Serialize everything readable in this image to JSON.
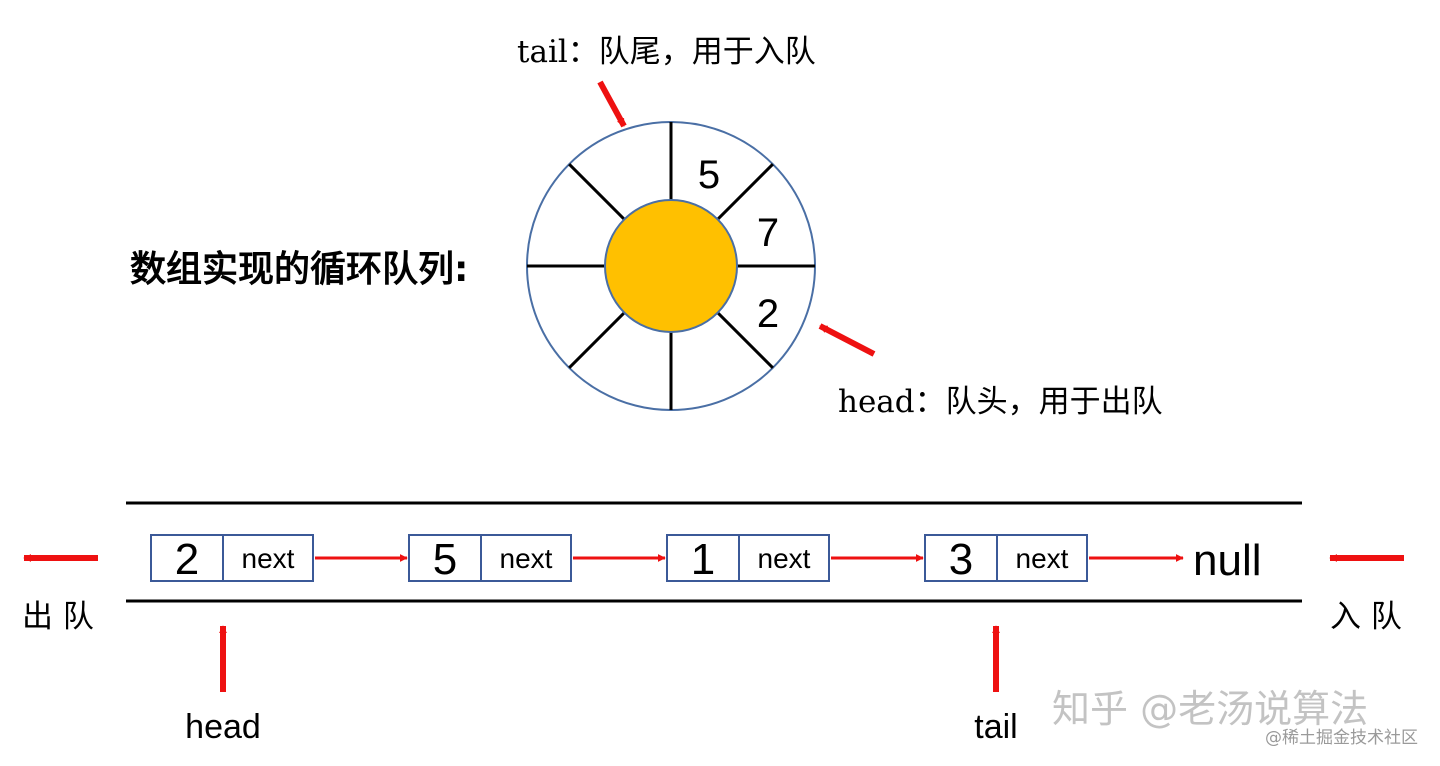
{
  "ring": {
    "label": "数组实现的循环队列:",
    "tail_label": "tail：队尾，用于入队",
    "head_label": "head：队头，用于出队",
    "slot_values": [
      "5",
      "7",
      "2"
    ],
    "hub_color": "#FFC000",
    "ring_stroke": "#4A6FA5"
  },
  "linked": {
    "nodes": [
      {
        "value": "2",
        "next": "next"
      },
      {
        "value": "5",
        "next": "next"
      },
      {
        "value": "1",
        "next": "next"
      },
      {
        "value": "3",
        "next": "next"
      }
    ],
    "end": "null",
    "dequeue_label": "出 队",
    "enqueue_label": "入 队",
    "head_label": "head",
    "tail_label": "tail",
    "box_stroke": "#3B5998"
  },
  "colors": {
    "arrow": "#EE1111",
    "line": "#000000"
  },
  "watermark": {
    "main": "知乎 @老汤说算法",
    "sub": "@稀土掘金技术社区"
  }
}
